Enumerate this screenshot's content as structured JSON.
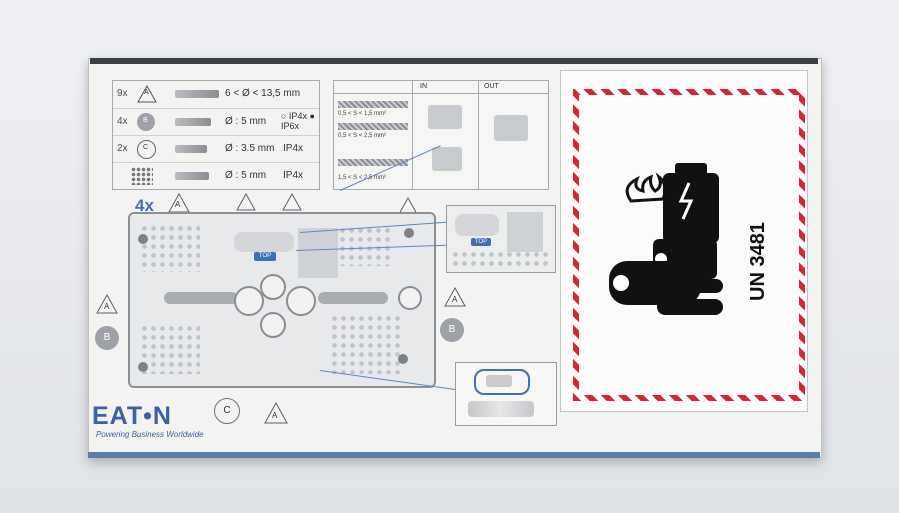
{
  "spec_table": {
    "rows": [
      {
        "qty": "9x",
        "badge": "A",
        "dim": "6 < Ø < 13,5 mm",
        "ip": ""
      },
      {
        "qty": "4x",
        "badge": "B",
        "dim": "Ø : 5 mm",
        "ip": "○ IP4x  ● IP6x"
      },
      {
        "qty": "2x",
        "badge": "C",
        "dim": "Ø : 3.5 mm",
        "ip": "IP4x"
      },
      {
        "qty": "",
        "badge": "",
        "dim": "Ø : 5 mm",
        "ip": "IP4x"
      }
    ]
  },
  "wire_panel": {
    "col_in": "IN",
    "col_out": "OUT",
    "wire_1": "0,5 < S < 1,5 mm²",
    "wire_2": "0,5 < S < 2,5 mm²",
    "wire_3": "1,5 < S < 2,5 mm²"
  },
  "diagram": {
    "qty_label": "4x",
    "label_a": "A",
    "label_b": "B",
    "label_c": "C",
    "top_label": "TOP"
  },
  "brand": {
    "logo": "EAT•N",
    "tagline": "Powering Business Worldwide",
    "color": "#3a62a8"
  },
  "hazard_label": {
    "un_number": "UN 3481",
    "border_color": "#d8243a",
    "icon": "lithium-battery-fire-icon"
  }
}
